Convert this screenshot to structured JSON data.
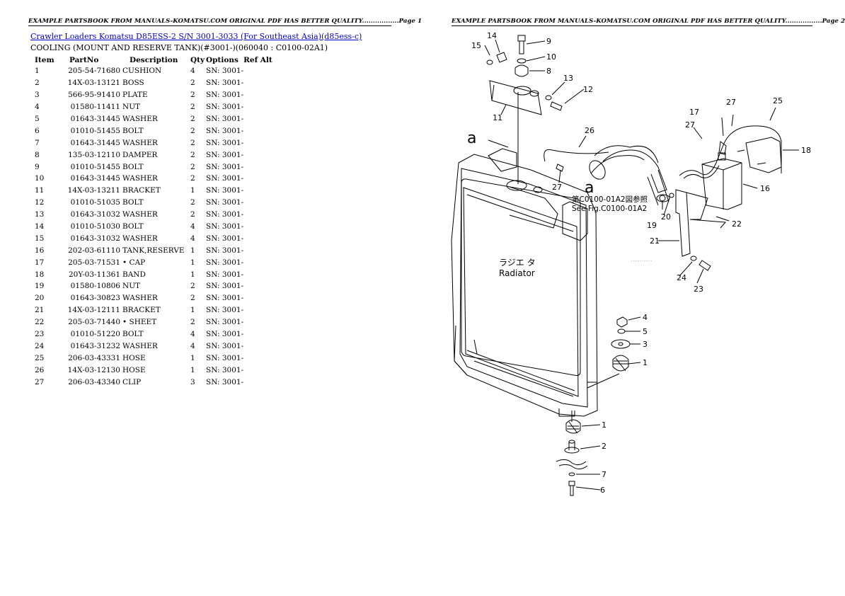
{
  "headers": {
    "page1": "EXAMPLE PARTSBOOK FROM MANUALS-KOMATSU.COM ORIGINAL PDF HAS BETTER QUALITY.................Page 1",
    "page2": "EXAMPLE PARTSBOOK FROM MANUALS-KOMATSU.COM ORIGINAL PDF HAS BETTER QUALITY.................Page 2"
  },
  "breadcrumb": "Crawler Loaders Komatsu D85ESS-2 S/N 3001-3033 (For Southeast Asia)(d85ess-c)",
  "subtitle": "COOLING (MOUNT AND RESERVE TANK)(#3001-)(060040 : C0100-02A1)",
  "columns": [
    "Item",
    "PartNo",
    "Description",
    "Qty",
    "Options",
    "Ref Alt"
  ],
  "rows": [
    [
      "1",
      "205-54-71680",
      "CUSHION",
      "4",
      "SN: 3001-"
    ],
    [
      "2",
      "14X-03-13121",
      "BOSS",
      "2",
      "SN: 3001-"
    ],
    [
      "3",
      "566-95-91410",
      "PLATE",
      "2",
      "SN: 3001-"
    ],
    [
      "4",
      "01580-11411",
      "NUT",
      "2",
      "SN: 3001-"
    ],
    [
      "5",
      "01643-31445",
      "WASHER",
      "2",
      "SN: 3001-"
    ],
    [
      "6",
      "01010-51455",
      "BOLT",
      "2",
      "SN: 3001-"
    ],
    [
      "7",
      "01643-31445",
      "WASHER",
      "2",
      "SN: 3001-"
    ],
    [
      "8",
      "135-03-12110",
      "DAMPER",
      "2",
      "SN: 3001-"
    ],
    [
      "9",
      "01010-51455",
      "BOLT",
      "2",
      "SN: 3001-"
    ],
    [
      "10",
      "01643-31445",
      "WASHER",
      "2",
      "SN: 3001-"
    ],
    [
      "11",
      "14X-03-13211",
      "BRACKET",
      "1",
      "SN: 3001-"
    ],
    [
      "12",
      "01010-51035",
      "BOLT",
      "2",
      "SN: 3001-"
    ],
    [
      "13",
      "01643-31032",
      "WASHER",
      "2",
      "SN: 3001-"
    ],
    [
      "14",
      "01010-51030",
      "BOLT",
      "4",
      "SN: 3001-"
    ],
    [
      "15",
      "01643-31032",
      "WASHER",
      "4",
      "SN: 3001-"
    ],
    [
      "16",
      "202-03-61110",
      "TANK,RESERVE",
      "1",
      "SN: 3001-"
    ],
    [
      "17",
      "205-03-71531",
      "• CAP",
      "1",
      "SN: 3001-"
    ],
    [
      "18",
      "20Y-03-11361",
      "BAND",
      "1",
      "SN: 3001-"
    ],
    [
      "19",
      "01580-10806",
      "NUT",
      "2",
      "SN: 3001-"
    ],
    [
      "20",
      "01643-30823",
      "WASHER",
      "2",
      "SN: 3001-"
    ],
    [
      "21",
      "14X-03-12111",
      "BRACKET",
      "1",
      "SN: 3001-"
    ],
    [
      "22",
      "205-03-71440",
      "• SHEET",
      "2",
      "SN: 3001-"
    ],
    [
      "23",
      "01010-51220",
      "BOLT",
      "4",
      "SN: 3001-"
    ],
    [
      "24",
      "01643-31232",
      "WASHER",
      "4",
      "SN: 3001-"
    ],
    [
      "25",
      "206-03-43331",
      "HOSE",
      "1",
      "SN: 3001-"
    ],
    [
      "26",
      "14X-03-12130",
      "HOSE",
      "1",
      "SN: 3001-"
    ],
    [
      "27",
      "206-03-43340",
      "CLIP",
      "3",
      "SN: 3001-"
    ]
  ],
  "diagram": {
    "radiator_jp": "ラジエ タ",
    "radiator_label": "Radiator",
    "see_fig_jp": "第C0100-01A2図参照",
    "see_fig": "See Fig.C0100-01A2",
    "view_marker": "a",
    "callouts": [
      "1",
      "2",
      "3",
      "4",
      "5",
      "6",
      "7",
      "8",
      "9",
      "10",
      "11",
      "12",
      "13",
      "14",
      "15",
      "16",
      "17",
      "18",
      "19",
      "20",
      "21",
      "22",
      "23",
      "24",
      "25",
      "26",
      "27"
    ]
  }
}
